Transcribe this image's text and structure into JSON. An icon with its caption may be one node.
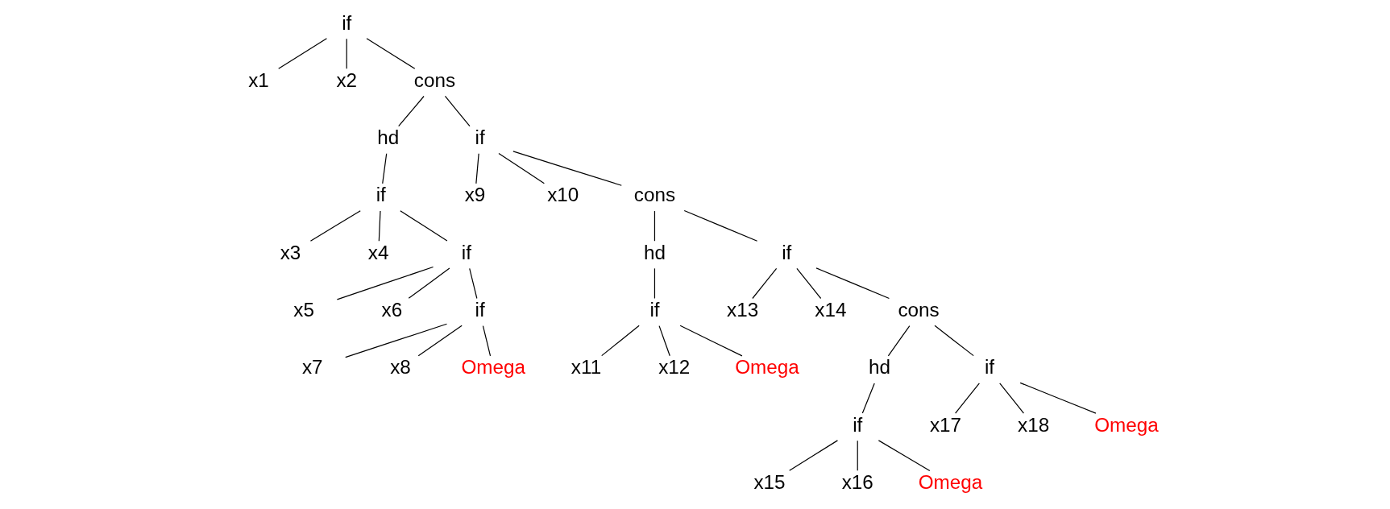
{
  "diagram": {
    "nodes": [
      {
        "text": [
          "if"
        ]
      },
      {
        "text": [
          "x1"
        ]
      },
      {
        "text": [
          "x2"
        ]
      },
      {
        "text": [
          "cons"
        ]
      },
      {
        "text": [
          "hd"
        ]
      },
      {
        "text": [
          "if"
        ]
      },
      {
        "text": [
          "if"
        ]
      },
      {
        "text": [
          "x9"
        ]
      },
      {
        "text": [
          "x10"
        ]
      },
      {
        "text": [
          "cons"
        ]
      },
      {
        "text": [
          "x3"
        ]
      },
      {
        "text": [
          "x4"
        ]
      },
      {
        "text": [
          "if"
        ]
      },
      {
        "text": [
          "hd"
        ]
      },
      {
        "text": [
          "if"
        ]
      },
      {
        "text": [
          "x5"
        ]
      },
      {
        "text": [
          "x6"
        ]
      },
      {
        "text": [
          "if"
        ]
      },
      {
        "text": [
          "if"
        ]
      },
      {
        "text": [
          "x13"
        ]
      },
      {
        "text": [
          "x14"
        ]
      },
      {
        "text": [
          "cons"
        ]
      },
      {
        "text": [
          "x7"
        ]
      },
      {
        "text": [
          "x8"
        ]
      },
      {
        "text": [
          "Omega"
        ]
      },
      {
        "text": [
          "x11"
        ]
      },
      {
        "text": [
          "x12"
        ]
      },
      {
        "text": [
          "Omega"
        ]
      },
      {
        "text": [
          "hd"
        ]
      },
      {
        "text": [
          "if"
        ]
      },
      {
        "text": [
          "if"
        ]
      },
      {
        "text": [
          "x17"
        ]
      },
      {
        "text": [
          "x18"
        ]
      },
      {
        "text": [
          "Omega"
        ]
      },
      {
        "text": [
          "x15"
        ]
      },
      {
        "text": [
          "x16"
        ]
      },
      {
        "text": [
          "Omega"
        ]
      }
    ],
    "edges": [
      {
        "from": 0,
        "to": 1,
        "arrow": "none"
      },
      {
        "from": 0,
        "to": 2,
        "arrow": "none"
      },
      {
        "from": 0,
        "to": 3,
        "arrow": "none"
      },
      {
        "from": 3,
        "to": 4,
        "arrow": "none"
      },
      {
        "from": 3,
        "to": 5,
        "arrow": "none"
      },
      {
        "from": 4,
        "to": 6,
        "arrow": "none"
      },
      {
        "from": 6,
        "to": 10,
        "arrow": "none"
      },
      {
        "from": 6,
        "to": 11,
        "arrow": "none"
      },
      {
        "from": 6,
        "to": 12,
        "arrow": "none"
      },
      {
        "from": 12,
        "to": 15,
        "arrow": "none"
      },
      {
        "from": 12,
        "to": 16,
        "arrow": "none"
      },
      {
        "from": 12,
        "to": 17,
        "arrow": "none"
      },
      {
        "from": 17,
        "to": 22,
        "arrow": "none"
      },
      {
        "from": 17,
        "to": 23,
        "arrow": "none"
      },
      {
        "from": 17,
        "to": 24,
        "arrow": "none"
      },
      {
        "from": 5,
        "to": 7,
        "arrow": "none"
      },
      {
        "from": 5,
        "to": 8,
        "arrow": "none"
      },
      {
        "from": 5,
        "to": 9,
        "arrow": "none"
      },
      {
        "from": 9,
        "to": 13,
        "arrow": "none"
      },
      {
        "from": 9,
        "to": 14,
        "arrow": "none"
      },
      {
        "from": 13,
        "to": 18,
        "arrow": "none"
      },
      {
        "from": 18,
        "to": 25,
        "arrow": "none"
      },
      {
        "from": 18,
        "to": 26,
        "arrow": "none"
      },
      {
        "from": 18,
        "to": 27,
        "arrow": "none"
      },
      {
        "from": 14,
        "to": 19,
        "arrow": "none"
      },
      {
        "from": 14,
        "to": 20,
        "arrow": "none"
      },
      {
        "from": 14,
        "to": 21,
        "arrow": "none"
      },
      {
        "from": 21,
        "to": 28,
        "arrow": "none"
      },
      {
        "from": 21,
        "to": 29,
        "arrow": "none"
      },
      {
        "from": 28,
        "to": 30,
        "arrow": "none"
      },
      {
        "from": 30,
        "to": 34,
        "arrow": "none"
      },
      {
        "from": 30,
        "to": 35,
        "arrow": "none"
      },
      {
        "from": 30,
        "to": 36,
        "arrow": "none"
      },
      {
        "from": 29,
        "to": 31,
        "arrow": "none"
      },
      {
        "from": 29,
        "to": 32,
        "arrow": "none"
      },
      {
        "from": 29,
        "to": 33,
        "arrow": "none"
      }
    ]
  }
}
